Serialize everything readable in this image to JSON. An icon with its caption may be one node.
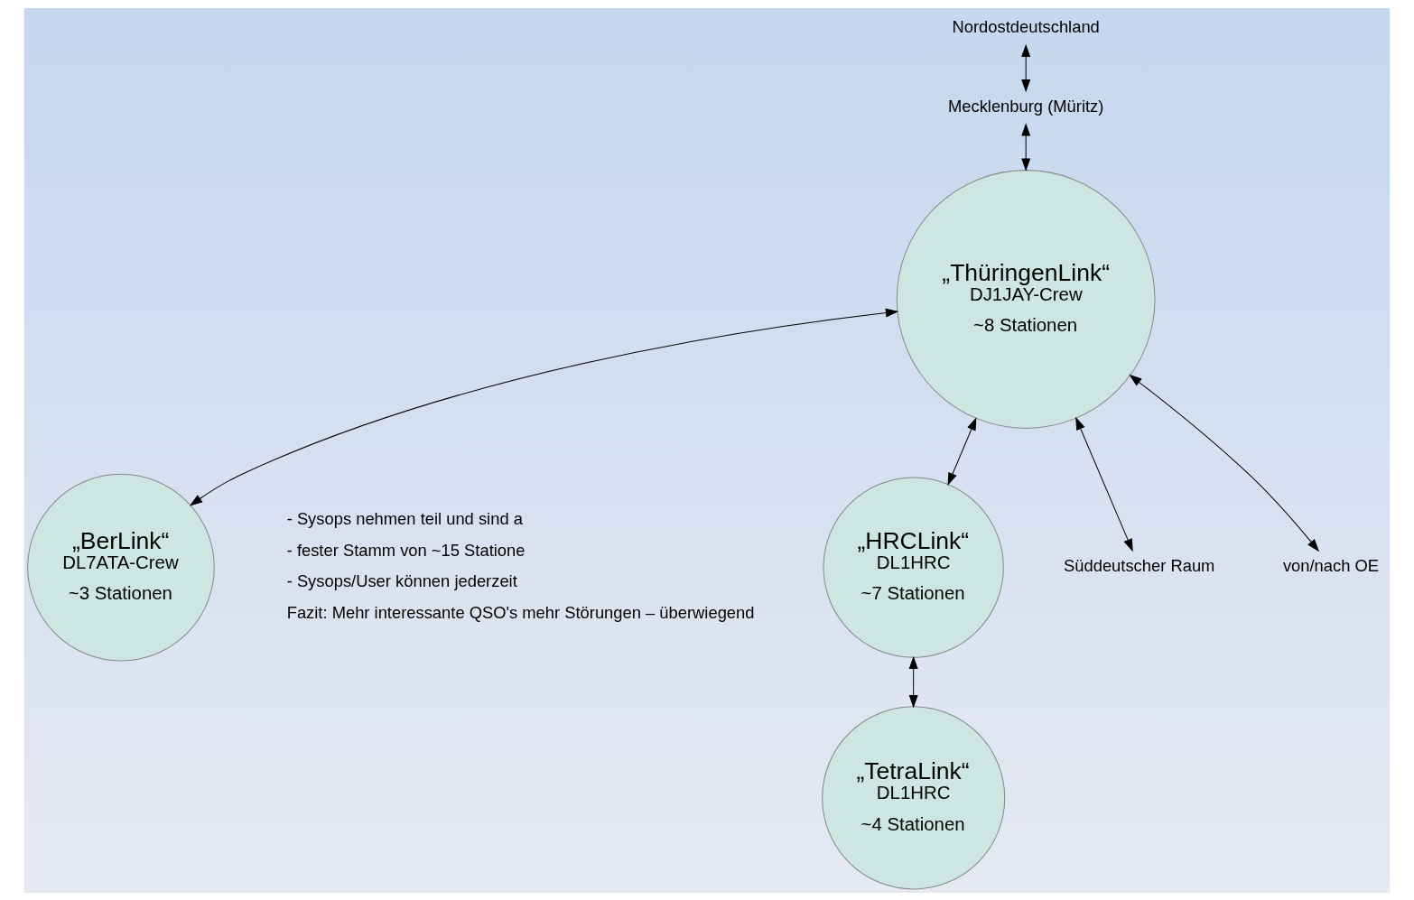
{
  "diagram": {
    "nodes": [
      {
        "text": [
          "Nordostdeutschland"
        ]
      },
      {
        "text": [
          "„BerLink“",
          "DL7ATA-Crew",
          "~3 Stationen"
        ]
      },
      {
        "text": [
          "Mecklenburg (Müritz)"
        ]
      },
      {
        "text": [
          "„ThüringenLink“",
          "DJ1JAY-Crew",
          "~8 Stationen"
        ]
      },
      {
        "text": [
          "„HRCLink“",
          "DL1HRC",
          "~7 Stationen"
        ]
      },
      {
        "text": [
          "„TetraLink“",
          "DL1HRC",
          "~4 Stationen"
        ]
      },
      {
        "text": [
          "Süddeutscher Raum"
        ]
      },
      {
        "text": [
          "von/nach OE"
        ]
      }
    ],
    "edges": [
      {
        "from": 0,
        "to": 2,
        "arrow": "both"
      },
      {
        "from": 2,
        "to": 3,
        "arrow": "both"
      },
      {
        "from": 3,
        "to": 1,
        "arrow": "both"
      },
      {
        "from": 3,
        "to": 4,
        "arrow": "both"
      },
      {
        "from": 4,
        "to": 5,
        "arrow": "both"
      },
      {
        "from": 3,
        "to": 6,
        "arrow": "both"
      },
      {
        "from": 3,
        "to": 7,
        "arrow": "both"
      }
    ],
    "labels": [
      "- Sysops nehmen teil und sind a",
      "- fester Stamm von ~15 Statione",
      "- Sysops/User können jederzeit",
      "Fazit: Mehr interessante QSO's mehr Störungen – überwiegend"
    ]
  }
}
